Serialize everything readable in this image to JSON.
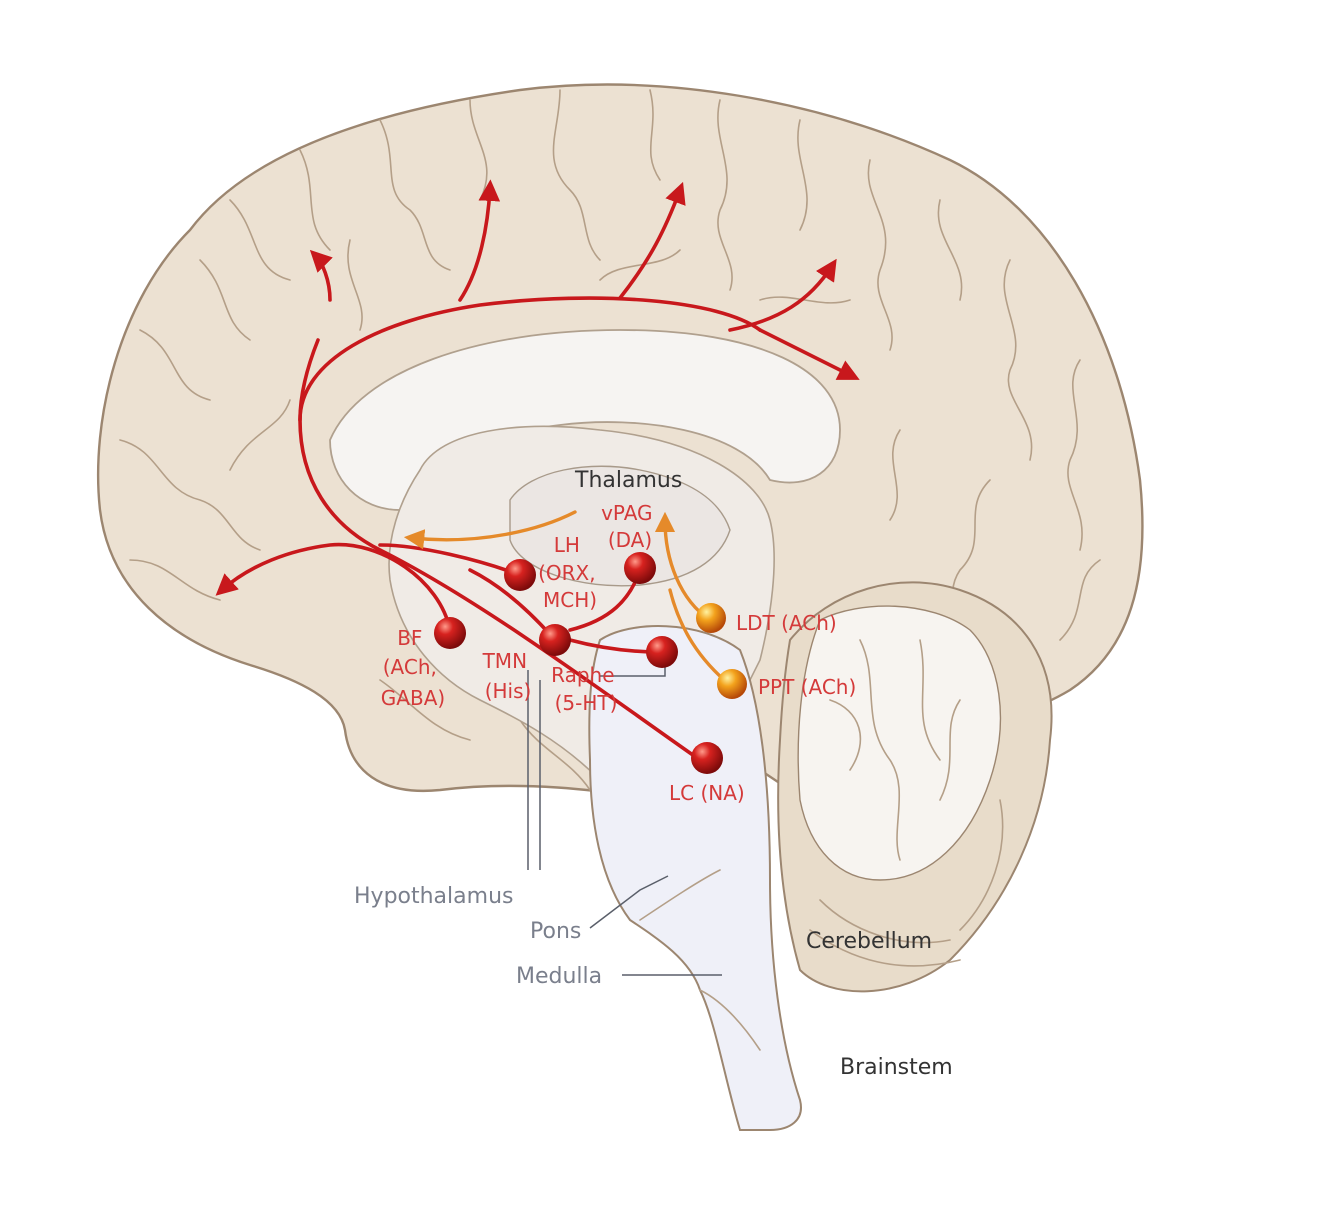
{
  "colors": {
    "cortex_fill": "#ece1d2",
    "cortex_stroke": "#9c8670",
    "inner_fill": "#f4f5fb",
    "brainstem_fill": "#eff0f8",
    "projection_red": "#c8181c",
    "projection_orange": "#e58a2a",
    "label_red": "#d43a3a",
    "label_grey": "#7a7f8c"
  },
  "nuclei": [
    {
      "name": "BF",
      "lines": [
        "BF",
        "(ACh,",
        "GABA)"
      ],
      "color": "red"
    },
    {
      "name": "LH",
      "lines": [
        "LH",
        "(ORX,",
        "MCH)"
      ],
      "color": "red"
    },
    {
      "name": "TMN",
      "lines": [
        "TMN",
        "(His)"
      ],
      "color": "red"
    },
    {
      "name": "vPAG",
      "lines": [
        "vPAG",
        "(DA)"
      ],
      "color": "red"
    },
    {
      "name": "Raphe",
      "lines": [
        "Raphe",
        "(5-HT)"
      ],
      "color": "red"
    },
    {
      "name": "LDT",
      "lines": [
        "LDT (ACh)"
      ],
      "color": "orange"
    },
    {
      "name": "PPT",
      "lines": [
        "PPT (ACh)"
      ],
      "color": "orange"
    },
    {
      "name": "LC",
      "lines": [
        "LC (NA)"
      ],
      "color": "red"
    }
  ],
  "regions": {
    "thalamus": "Thalamus",
    "hypothalamus": "Hypothalamus",
    "pons": "Pons",
    "medulla": "Medulla",
    "cerebellum": "Cerebellum",
    "brainstem": "Brainstem"
  }
}
